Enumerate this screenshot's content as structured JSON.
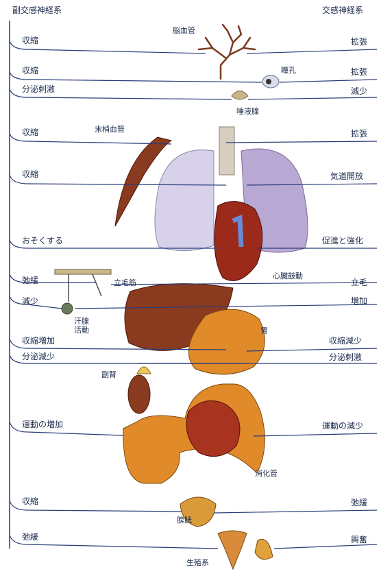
{
  "headers": {
    "parasympathetic": "副交感神経系",
    "sympathetic": "交感神経系"
  },
  "rows": [
    {
      "id": "cerebral-vessels",
      "left": "収縮",
      "right": "拡張",
      "organ": "脳血管"
    },
    {
      "id": "pupil",
      "left": "収縮",
      "right": "拡張",
      "organ": "瞳孔"
    },
    {
      "id": "salivary-gland",
      "left": "分泌刺激",
      "right": "減少",
      "organ": "唾液腺"
    },
    {
      "id": "peripheral-vessels",
      "left": "収縮",
      "right": "拡張",
      "organ": "末梢血管"
    },
    {
      "id": "airway",
      "left": "収縮",
      "right": "気道開放",
      "organ": ""
    },
    {
      "id": "heart",
      "left": "おそくする",
      "right": "促進と強化",
      "organ": "心臓鼓動"
    },
    {
      "id": "arrector-pili",
      "left": "弛緩",
      "right": "立毛",
      "organ": "立毛筋"
    },
    {
      "id": "sweat-gland",
      "left": "減少",
      "right": "増加",
      "organ": "汗腺\n活動"
    },
    {
      "id": "stomach-motility",
      "left": "収縮増加",
      "right": "収縮減少",
      "organ": "胃"
    },
    {
      "id": "stomach-secretion",
      "left": "分泌減少",
      "right": "分泌刺激",
      "organ": ""
    },
    {
      "id": "adrenal",
      "left": "",
      "right": "",
      "organ": "副腎"
    },
    {
      "id": "intestine",
      "left": "運動の増加",
      "right": "運動の減少",
      "organ": "消化管"
    },
    {
      "id": "bladder",
      "left": "収縮",
      "right": "弛緩",
      "organ": "膀胱"
    },
    {
      "id": "genital",
      "left": "弛緩",
      "right": "興奮",
      "organ": "生殖系"
    }
  ],
  "colors": {
    "line": "#2a3c7a",
    "organ_brown": "#8a3a1e",
    "organ_orange": "#e08a2a",
    "lung": "#c8c2e0",
    "text": "#1a2a4a"
  }
}
